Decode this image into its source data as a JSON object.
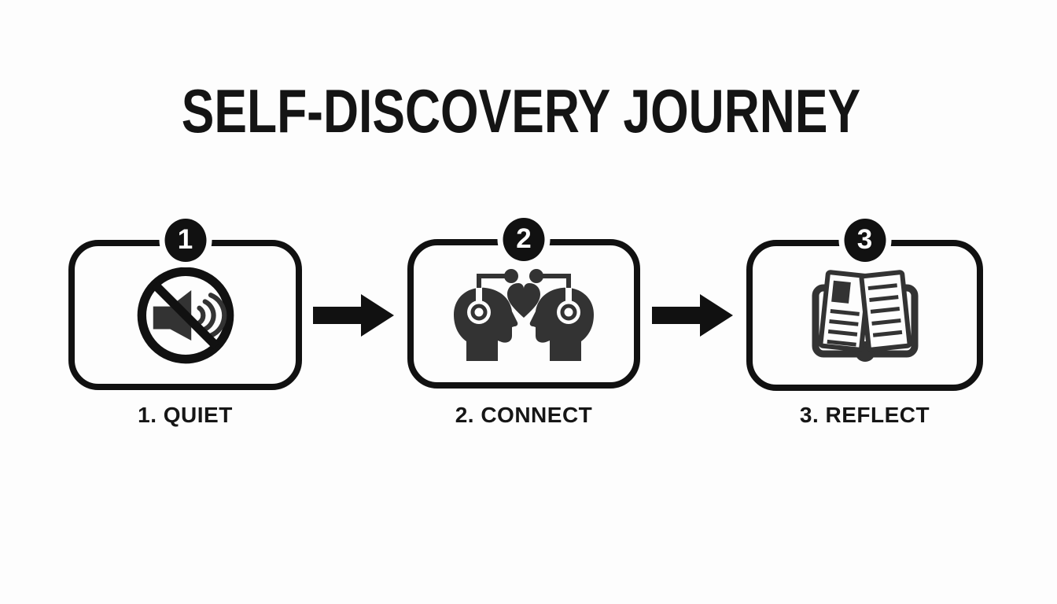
{
  "title": "SELF-DISCOVERY JOURNEY",
  "steps": [
    {
      "number": "1",
      "label": "1. QUIET",
      "icon": "muted-speaker-icon"
    },
    {
      "number": "2",
      "label": "2. CONNECT",
      "icon": "connected-minds-icon"
    },
    {
      "number": "3",
      "label": "3. REFLECT",
      "icon": "open-book-icon"
    }
  ],
  "arrows": {
    "count": 2,
    "direction": "right"
  },
  "colors": {
    "background": "#fdfdfd",
    "ink": "#111111",
    "icon_gray": "#333333",
    "badge_text": "#ffffff"
  }
}
